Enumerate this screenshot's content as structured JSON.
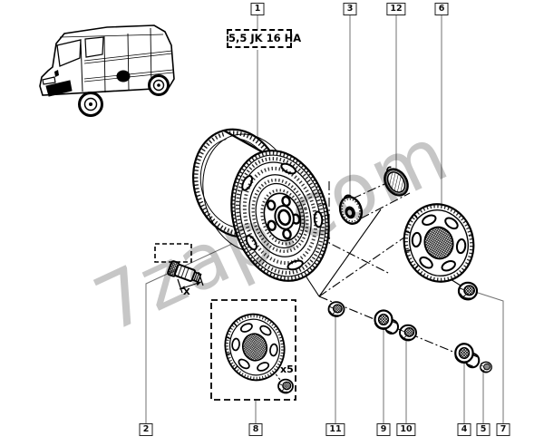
{
  "colors": {
    "background": "#ffffff",
    "drawing": "#000000",
    "leader_line": "#707070",
    "watermark": "#c6c6c6"
  },
  "watermark": {
    "text": "7zap.com"
  },
  "rim_label": {
    "text": "5,5 JK 16 HA"
  },
  "annotations": {
    "quantity_label": "x5",
    "dimension_label": "X"
  },
  "callouts": {
    "top": [
      {
        "id": "1"
      },
      {
        "id": "3"
      },
      {
        "id": "12"
      },
      {
        "id": "6"
      }
    ],
    "bottom": [
      {
        "id": "2"
      },
      {
        "id": "8"
      },
      {
        "id": "11"
      },
      {
        "id": "9"
      },
      {
        "id": "10"
      },
      {
        "id": "4"
      },
      {
        "id": "5"
      },
      {
        "id": "7"
      }
    ]
  }
}
